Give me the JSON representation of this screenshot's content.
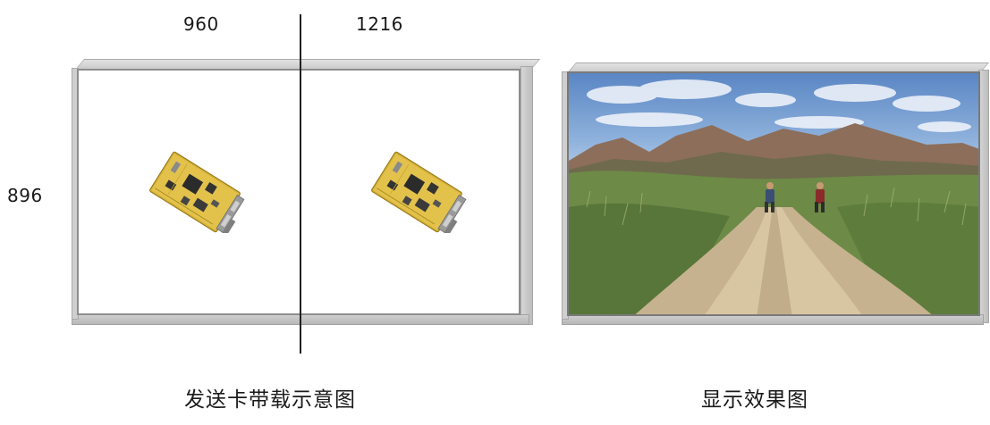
{
  "labels": {
    "width_left": "960",
    "width_right": "1216",
    "height": "896"
  },
  "captions": {
    "sender_diagram": "发送卡带载示意图",
    "display_result": "显示效果图"
  },
  "icons": {
    "sender_card": "pcb-sender-card-icon",
    "photo": "hiking-landscape-photo"
  },
  "colors": {
    "frame": "#cfcfcf",
    "divider": "#222222",
    "pcb": "#d8b43a"
  }
}
